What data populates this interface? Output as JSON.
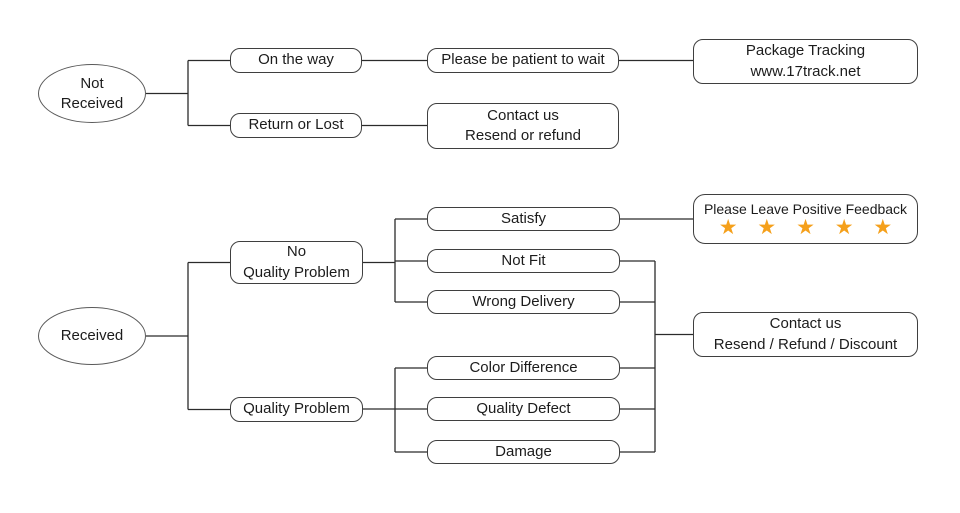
{
  "flowchart": {
    "not_received_branch": {
      "root_label": "Not\nReceived",
      "on_the_way": "On the way",
      "please_wait": "Please be patient to wait",
      "package_tracking": "Package Tracking\nwww.17track.net",
      "return_or_lost": "Return or Lost",
      "contact_resend_refund": "Contact us\nResend or refund"
    },
    "received_branch": {
      "root_label": "Received",
      "no_quality_problem": "No\nQuality Problem",
      "satisfy": "Satisfy",
      "not_fit": "Not Fit",
      "wrong_delivery": "Wrong Delivery",
      "feedback_title": "Please Leave Positive Feedback",
      "feedback_stars": "★ ★ ★ ★ ★",
      "quality_problem": "Quality Problem",
      "color_difference": "Color Difference",
      "quality_defect": "Quality Defect",
      "damage": "Damage",
      "contact_resend_refund_discount": "Contact us\nResend / Refund / Discount"
    },
    "colors": {
      "star": "#f5a01b",
      "box_border": "#3f3f3f",
      "connector": "#2b2b2b",
      "background": "#ffffff",
      "text": "#1c1c1c"
    },
    "star_count": 5
  }
}
